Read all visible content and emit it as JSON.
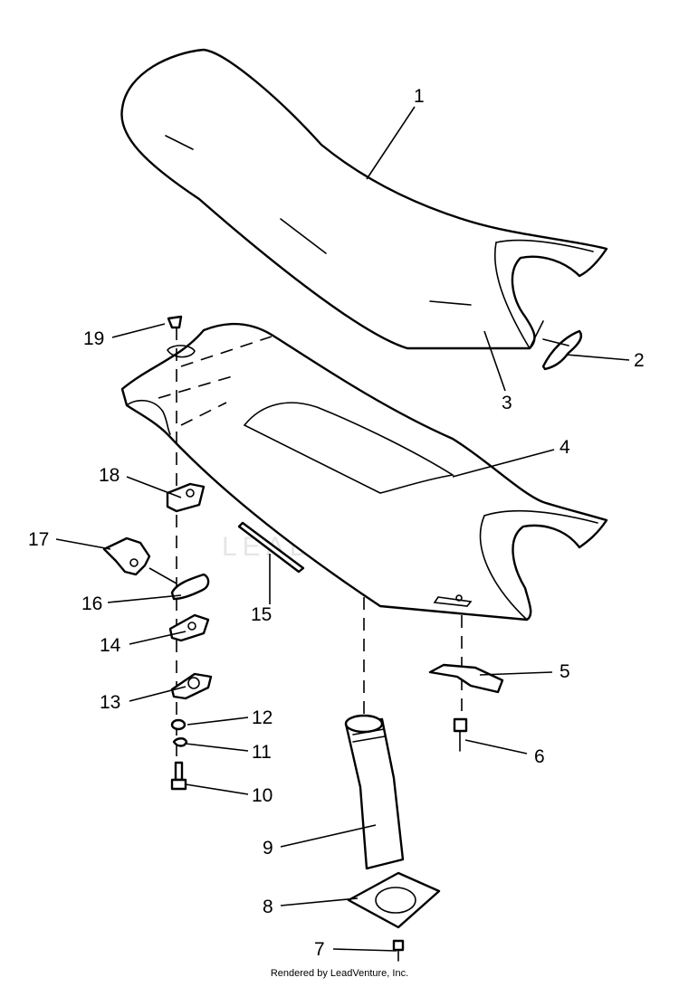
{
  "watermark": {
    "text": "LEADVENTURE"
  },
  "callouts": [
    {
      "id": "1",
      "label": "1"
    },
    {
      "id": "2",
      "label": "2"
    },
    {
      "id": "3",
      "label": "3"
    },
    {
      "id": "4",
      "label": "4"
    },
    {
      "id": "5",
      "label": "5"
    },
    {
      "id": "6",
      "label": "6"
    },
    {
      "id": "7",
      "label": "7"
    },
    {
      "id": "8",
      "label": "8"
    },
    {
      "id": "9",
      "label": "9"
    },
    {
      "id": "10",
      "label": "10"
    },
    {
      "id": "11",
      "label": "11"
    },
    {
      "id": "12",
      "label": "12"
    },
    {
      "id": "13",
      "label": "13"
    },
    {
      "id": "14",
      "label": "14"
    },
    {
      "id": "15",
      "label": "15"
    },
    {
      "id": "16",
      "label": "16"
    },
    {
      "id": "17",
      "label": "17"
    },
    {
      "id": "18",
      "label": "18"
    },
    {
      "id": "19",
      "label": "19"
    }
  ],
  "footer": {
    "text": "Rendered by LeadVenture, Inc."
  }
}
